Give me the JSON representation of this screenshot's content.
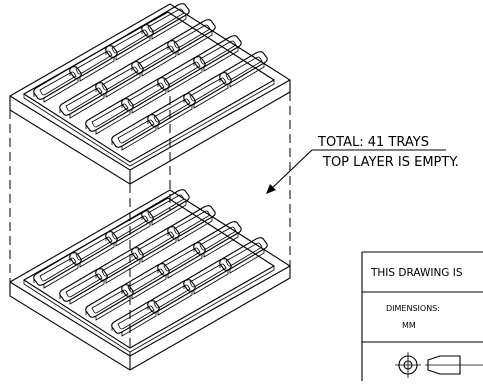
{
  "note": {
    "line1": "TOTAL: 41 TRAYS",
    "line2": "TOP LAYER IS EMPTY."
  },
  "title_block": {
    "notice": "THIS DRAWING IS",
    "dimensions_label": "DIMENSIONS:",
    "dimensions_unit": "MM"
  },
  "projection_symbol": "third-angle-projection-icon"
}
